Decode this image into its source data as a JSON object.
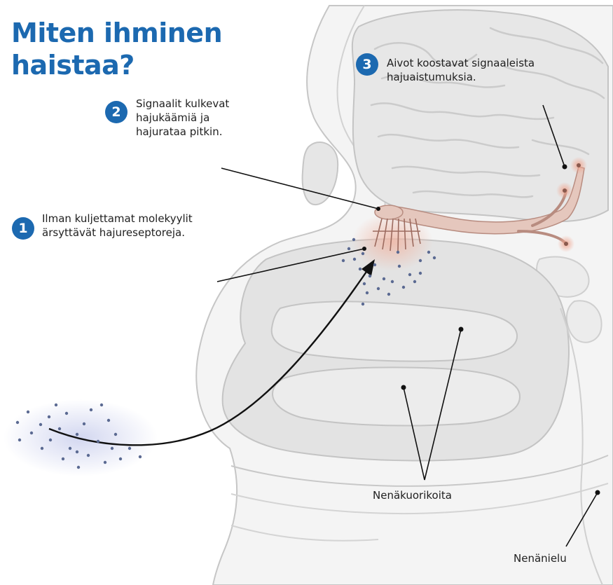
{
  "title": {
    "line1": "Miten ihminen",
    "line2": "haistaa?"
  },
  "steps": [
    {
      "number": "1",
      "lines": [
        "Ilman kuljettamat molekyylit",
        "ärsyttävät hajureseptoreja."
      ]
    },
    {
      "number": "2",
      "lines": [
        "Signaalit kulkevat",
        "hajukäämiä ja",
        "hajurataa pitkin."
      ]
    },
    {
      "number": "3",
      "lines": [
        "Aivot koostavat signaaleista",
        "hajuaistumuksia."
      ]
    }
  ],
  "labels": {
    "turbinates": "Nenäkuorikoita",
    "nasopharynx": "Nenänielu"
  },
  "colors": {
    "accent": "#1c69b0",
    "nerve": "#d9aa9e",
    "tissue": "#e6e6e6",
    "outline": "#c4c4c4",
    "molecule": "#5b6a92"
  }
}
